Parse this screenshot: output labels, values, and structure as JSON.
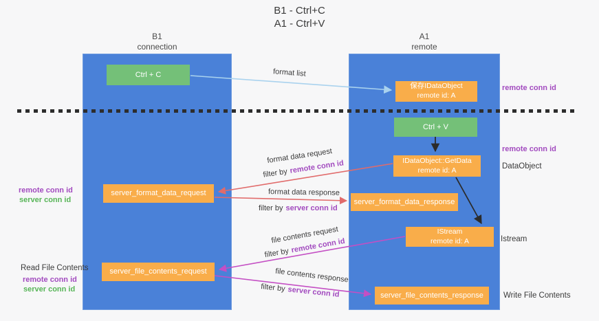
{
  "title": {
    "line1": "B1 - Ctrl+C",
    "line2": "A1 - Ctrl+V"
  },
  "lifelines": {
    "left": {
      "name": "B1",
      "role": "connection"
    },
    "right": {
      "name": "A1",
      "role": "remote"
    }
  },
  "nodes": {
    "ctrl_c": "Ctrl + C",
    "ctrl_v": "Ctrl + V",
    "save_idataobject_line1": "保存IDataObject",
    "save_idataobject_line2": "remote id: A",
    "getdata_line1": "IDataObject::GetData",
    "getdata_line2": "remote id: A",
    "istream_line1": "IStream",
    "istream_line2": "remote id: A",
    "server_format_data_request": "server_format_data_request",
    "server_format_data_response": "server_format_data_response",
    "server_file_contents_request": "server_file_contents_request",
    "server_file_contents_response": "server_file_contents_response"
  },
  "arrow_labels": {
    "format_list": "format list",
    "format_data_request": "format data request",
    "format_data_response": "format data response",
    "file_contents_request": "file contents request",
    "file_contents_response": "file contents response",
    "filter_by": "filter by",
    "remote_conn_id": "remote conn id",
    "server_conn_id": "server conn id"
  },
  "side_labels": {
    "remote_conn_id_top": "remote conn id",
    "remote_conn_id_mid": "remote conn id",
    "dataobject": "DataObject",
    "istream": "Istream",
    "write_file_contents": "Write File Contents",
    "read_file_contents": "Read File Contents",
    "remote_conn_id_left": "remote conn id",
    "server_conn_id_left": "server conn id",
    "remote_conn_id_left_bottom": "remote conn id",
    "server_conn_id_left_bottom": "server conn id"
  },
  "colors": {
    "lifeline_blue": "#4a81d8",
    "node_green": "#74c078",
    "node_orange": "#f9ad4a",
    "arrow_light_blue": "#a9d2ee",
    "arrow_red": "#e16b6b",
    "arrow_magenta": "#c44fc4",
    "arrow_black": "#2b2b2b",
    "conn_id_purple": "#a24bbf",
    "conn_id_green": "#58b558"
  }
}
